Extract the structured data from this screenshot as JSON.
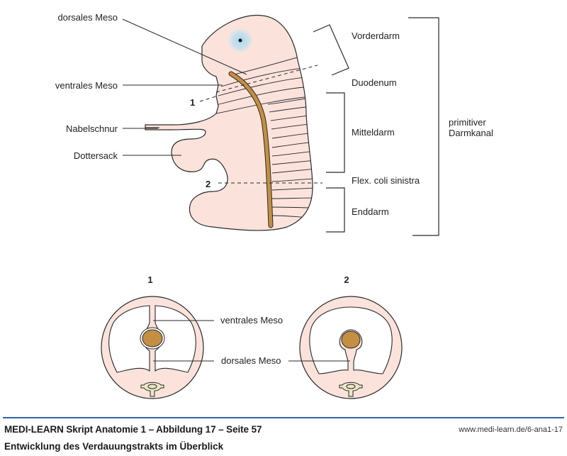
{
  "colors": {
    "tissue": "#fbe3dc",
    "outline": "#2a2a2a",
    "gut_tube": "#c48f42",
    "vertebra": "#ece6c6",
    "eye_glow": "#a8d8ee",
    "footer_rule": "#2d62a9"
  },
  "embryo_labels": {
    "dorsales_meso": "dorsales Meso",
    "ventrales_meso": "ventrales Meso",
    "nabelschnur": "Nabelschnur",
    "dottersack": "Dottersack",
    "section_1": "1",
    "section_2": "2"
  },
  "region_labels": {
    "vorderdarm": "Vorderdarm",
    "duodenum": "Duodenum",
    "mitteldarm": "Mitteldarm",
    "flex_coli": "Flex. coli sinistra",
    "enddarm": "Enddarm",
    "primitiver_line1": "primitiver",
    "primitiver_line2": "Darmkanal"
  },
  "cross_sections": {
    "title_1": "1",
    "title_2": "2",
    "ventrales_meso": "ventrales Meso",
    "dorsales_meso": "dorsales Meso"
  },
  "footer": {
    "title": "MEDI-LEARN Skript Anatomie 1 – Abbildung 17 – Seite 57",
    "url": "www.medi-learn.de/6-ana1-17",
    "subtitle": "Entwicklung des Verdauungstrakts im Überblick"
  }
}
